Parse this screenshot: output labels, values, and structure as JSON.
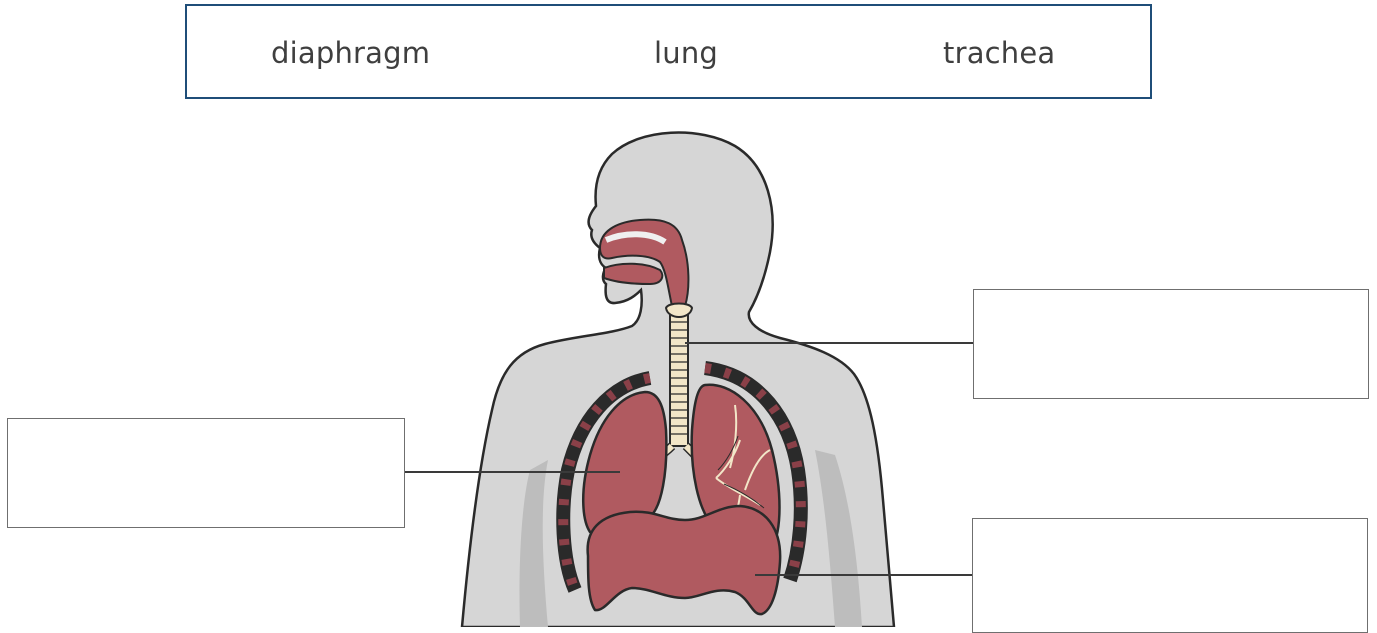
{
  "word_bank": {
    "words": [
      "diaphragm",
      "lung",
      "trachea"
    ]
  },
  "label_boxes": [
    {
      "id": "trachea-label",
      "answer": ""
    },
    {
      "id": "lung-label",
      "answer": ""
    },
    {
      "id": "diaphragm-label",
      "answer": ""
    }
  ],
  "colors": {
    "word_bank_border": "#1f4e79",
    "body": "#d6d6d6",
    "organ": "#b05a60",
    "organ_dark": "#7a2c34",
    "bone": "#f2e6c8",
    "text": "#3f3f3f"
  }
}
